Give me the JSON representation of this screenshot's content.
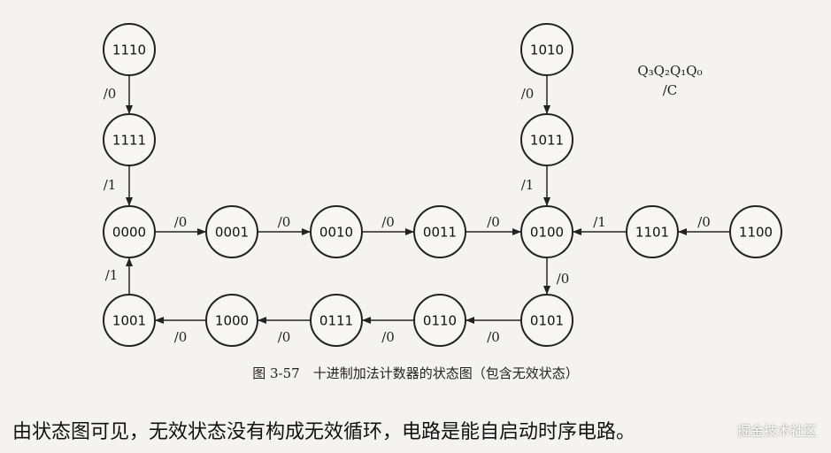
{
  "legend": {
    "state_vars": "Q₃Q₂Q₁Q₀",
    "output": "/C"
  },
  "states": [
    {
      "id": "s1110",
      "label": "1110"
    },
    {
      "id": "s1111",
      "label": "1111"
    },
    {
      "id": "s1010",
      "label": "1010"
    },
    {
      "id": "s1011",
      "label": "1011"
    },
    {
      "id": "s0000",
      "label": "0000"
    },
    {
      "id": "s0001",
      "label": "0001"
    },
    {
      "id": "s0010",
      "label": "0010"
    },
    {
      "id": "s0011",
      "label": "0011"
    },
    {
      "id": "s0100",
      "label": "0100"
    },
    {
      "id": "s1101",
      "label": "1101"
    },
    {
      "id": "s1100",
      "label": "1100"
    },
    {
      "id": "s0101",
      "label": "0101"
    },
    {
      "id": "s0110",
      "label": "0110"
    },
    {
      "id": "s0111",
      "label": "0111"
    },
    {
      "id": "s1000",
      "label": "1000"
    },
    {
      "id": "s1001",
      "label": "1001"
    }
  ],
  "edges": [
    {
      "from": "s1110",
      "to": "s1111",
      "label": "/0"
    },
    {
      "from": "s1111",
      "to": "s0000",
      "label": "/1"
    },
    {
      "from": "s1010",
      "to": "s1011",
      "label": "/0"
    },
    {
      "from": "s1011",
      "to": "s0100",
      "label": "/1"
    },
    {
      "from": "s0000",
      "to": "s0001",
      "label": "/0"
    },
    {
      "from": "s0001",
      "to": "s0010",
      "label": "/0"
    },
    {
      "from": "s0010",
      "to": "s0011",
      "label": "/0"
    },
    {
      "from": "s0011",
      "to": "s0100",
      "label": "/0"
    },
    {
      "from": "s1100",
      "to": "s1101",
      "label": "/0"
    },
    {
      "from": "s1101",
      "to": "s0100",
      "label": "/1"
    },
    {
      "from": "s0100",
      "to": "s0101",
      "label": "/0"
    },
    {
      "from": "s0101",
      "to": "s0110",
      "label": "/0"
    },
    {
      "from": "s0110",
      "to": "s0111",
      "label": "/0"
    },
    {
      "from": "s0111",
      "to": "s1000",
      "label": "/0"
    },
    {
      "from": "s1000",
      "to": "s1001",
      "label": "/0"
    },
    {
      "from": "s1001",
      "to": "s0000",
      "label": "/1"
    }
  ],
  "caption": "图 3-57　十进制加法计数器的状态图（包含无效状态）",
  "body_text": "由状态图可见，无效状态没有构成无效循环，电路是能自启动时序电路。",
  "watermark": "掘金技术社区"
}
